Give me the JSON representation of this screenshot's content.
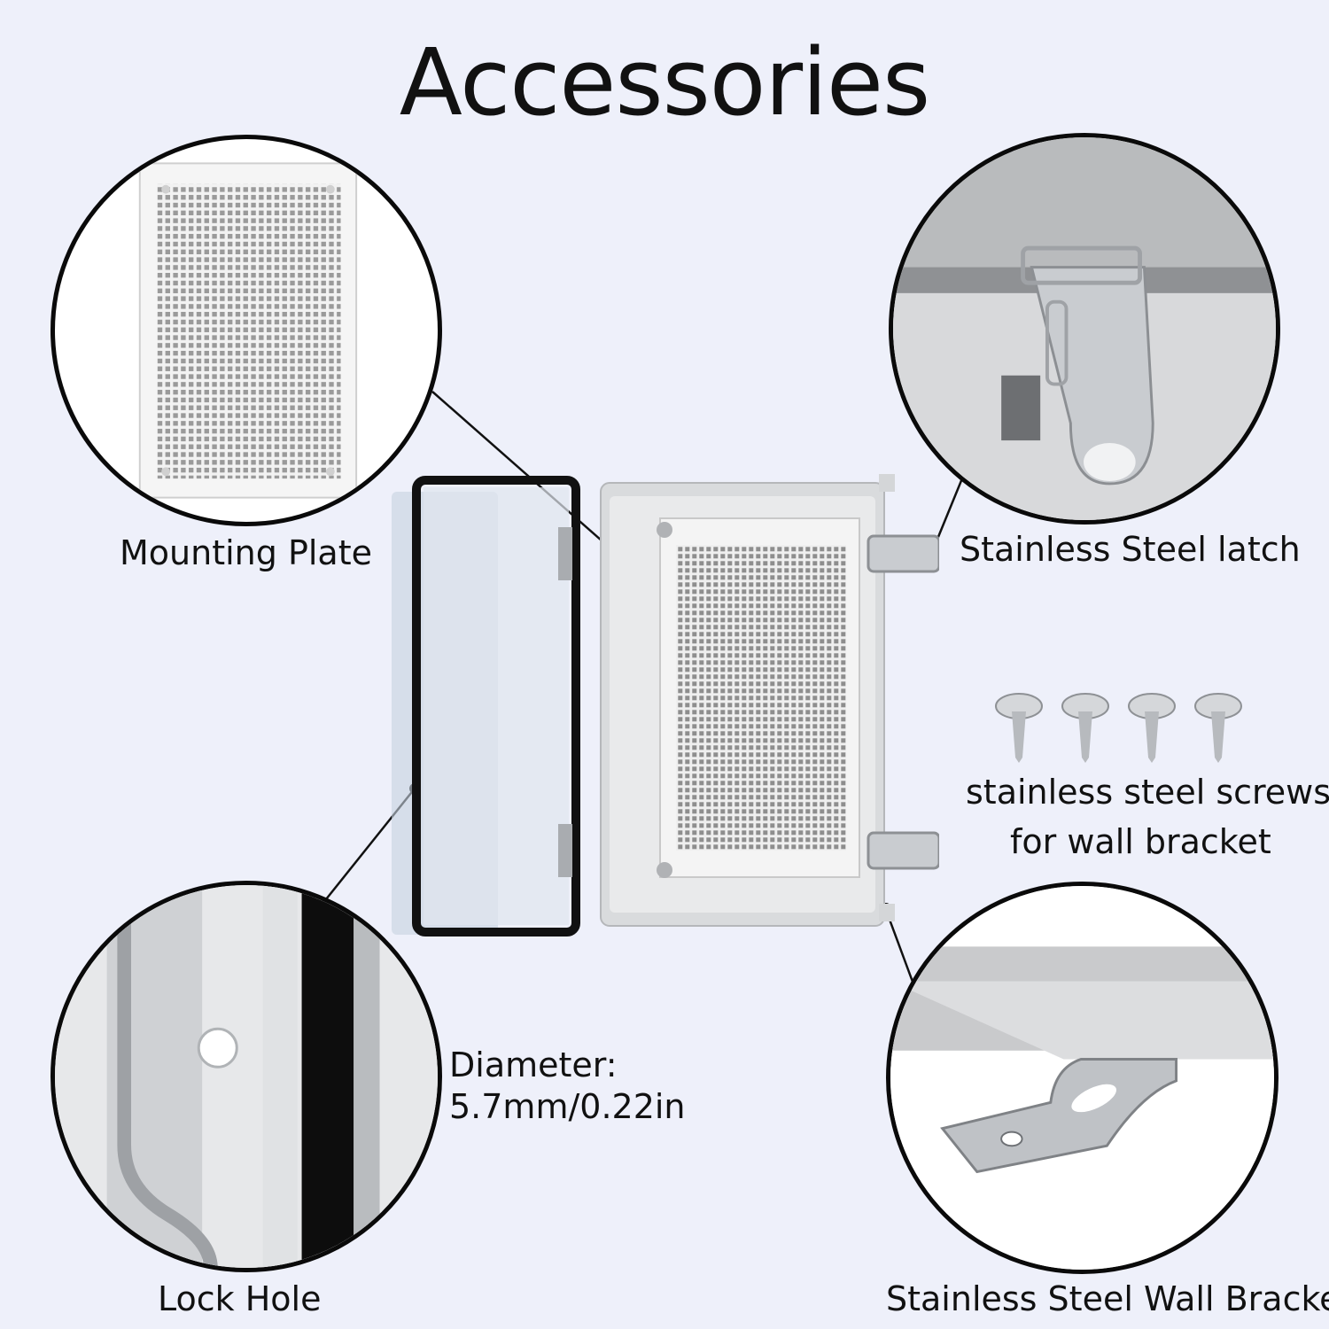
{
  "title": "Accessories",
  "labels": {
    "mounting_plate": "Mounting Plate",
    "latch": "Stainless Steel latch",
    "screws_line1": "stainless steel screws",
    "screws_line2": "for wall bracket",
    "diameter_line1": "Diameter:",
    "diameter_line2": "5.7mm/0.22in",
    "lock_hole": "Lock Hole",
    "wall_bracket": "Stainless Steel Wall Bracket"
  },
  "colors": {
    "background": "#eef0fa",
    "outline": "#0a0a0a",
    "enclosure_gray": "#d9dbdd",
    "steel": "#c9ccd0"
  },
  "icons": [
    "mounting-plate-illustration",
    "latch-illustration",
    "lock-hole-illustration",
    "wall-bracket-illustration",
    "screw-icon"
  ]
}
